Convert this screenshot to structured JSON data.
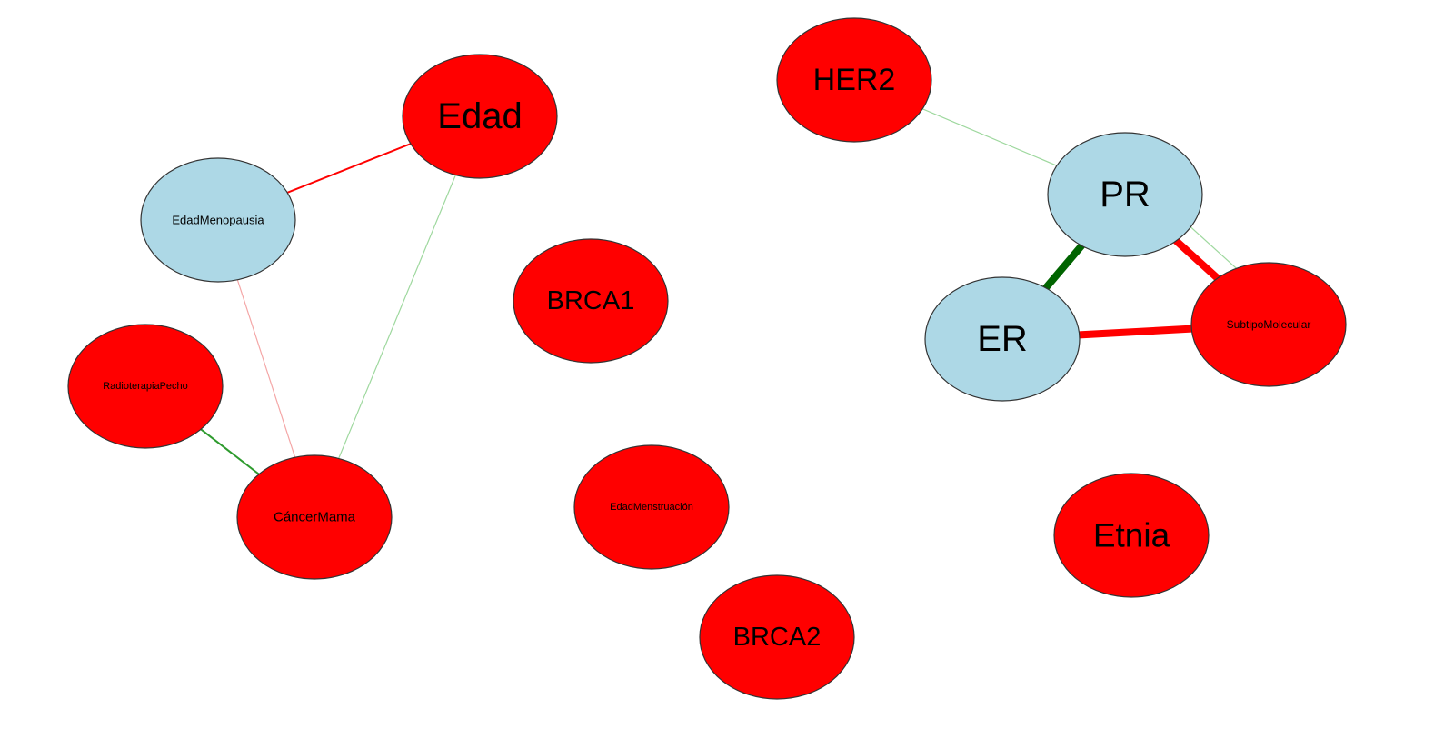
{
  "colors": {
    "red_node": "#ff0000",
    "blue_node": "#add8e6",
    "edge_red": "#ff0000",
    "edge_light_red": "#f4a6a6",
    "edge_green": "#2e9b2e",
    "edge_light_green": "#9ed89e",
    "edge_dark_green": "#006400"
  },
  "nodes": [
    {
      "id": "edad",
      "label": "Edad",
      "color": "red"
    },
    {
      "id": "edadmenopausia",
      "label": "EdadMenopausia",
      "color": "blue"
    },
    {
      "id": "radioterapiapecho",
      "label": "RadioterapiaPecho",
      "color": "red"
    },
    {
      "id": "cancermama",
      "label": "CáncerMama",
      "color": "red"
    },
    {
      "id": "brca1",
      "label": "BRCA1",
      "color": "red"
    },
    {
      "id": "edadmenstruacion",
      "label": "EdadMenstruación",
      "color": "red"
    },
    {
      "id": "brca2",
      "label": "BRCA2",
      "color": "red"
    },
    {
      "id": "her2",
      "label": "HER2",
      "color": "red"
    },
    {
      "id": "pr",
      "label": "PR",
      "color": "blue"
    },
    {
      "id": "er",
      "label": "ER",
      "color": "blue"
    },
    {
      "id": "subtipomolecular",
      "label": "SubtipoMolecular",
      "color": "red"
    },
    {
      "id": "etnia",
      "label": "Etnia",
      "color": "red"
    }
  ],
  "edges": [
    {
      "from": "edad",
      "to": "edadmenopausia",
      "color": "edge_red",
      "strength": "medium"
    },
    {
      "from": "edad",
      "to": "cancermama",
      "color": "edge_light_green",
      "strength": "weak"
    },
    {
      "from": "edadmenopausia",
      "to": "cancermama",
      "color": "edge_light_red",
      "strength": "weak"
    },
    {
      "from": "radioterapiapecho",
      "to": "cancermama",
      "color": "edge_green",
      "strength": "medium"
    },
    {
      "from": "her2",
      "to": "pr",
      "color": "edge_light_green",
      "strength": "weak"
    },
    {
      "from": "pr",
      "to": "er",
      "color": "edge_dark_green",
      "strength": "strong"
    },
    {
      "from": "pr",
      "to": "subtipomolecular",
      "color": "edge_red",
      "strength": "strong"
    },
    {
      "from": "pr",
      "to": "subtipomolecular",
      "color": "edge_light_green",
      "strength": "weak"
    },
    {
      "from": "er",
      "to": "subtipomolecular",
      "color": "edge_red",
      "strength": "strong"
    }
  ]
}
